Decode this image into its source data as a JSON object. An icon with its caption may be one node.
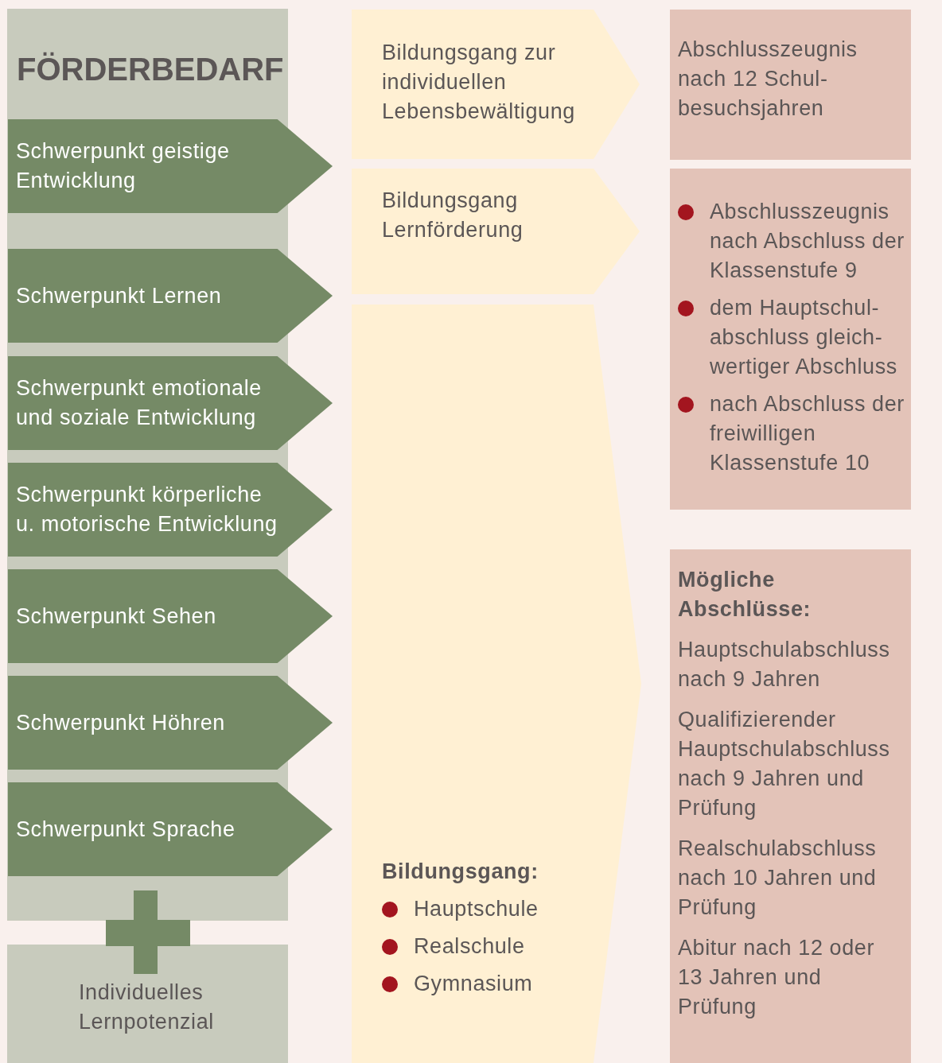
{
  "diagram": {
    "nodes": [
      {
        "text": [
          "FÖRDERBEDARF"
        ]
      },
      {
        "text": [
          "Schwerpunkt geistige Entwicklung"
        ]
      },
      {
        "text": [
          "Schwerpunkt Lernen"
        ]
      },
      {
        "text": [
          "Schwerpunkt emotionale und soziale Entwicklung"
        ]
      },
      {
        "text": [
          "Schwerpunkt körperliche u. motorische Entwicklung"
        ]
      },
      {
        "text": [
          "Schwerpunkt Sehen"
        ]
      },
      {
        "text": [
          "Schwerpunkt Höhren"
        ]
      },
      {
        "text": [
          "Schwerpunkt Sprache"
        ]
      },
      {
        "text": [
          "Individuelles Lernpotenzial"
        ]
      },
      {
        "text": [
          "Bildungsgang zur individuellen Lebensbewältigung"
        ]
      },
      {
        "text": [
          "Bildungsgang Lernförderung"
        ]
      },
      {
        "text": [
          "Bildungsgang:",
          "Hauptschule",
          "Realschule",
          "Gymnasium"
        ]
      },
      {
        "text": [
          "Abschlusszeugnis nach 12 Schul- besuchsjahren"
        ]
      },
      {
        "text": [
          "Abschlusszeugnis nach Abschluss der Klassenstufe 9",
          "dem Hauptschul- abschluss gleich- wertiger Abschluss",
          "nach Abschluss der freiwilligen Klassenstufe 10"
        ]
      },
      {
        "text": [
          "Mögliche Abschlüsse:",
          "Hauptschulabschluss nach 9 Jahren",
          "Qualifizierender Hauptschulabschluss nach 9 Jahren und Prüfung",
          "Realschulabschluss nach 10 Jahren und Prüfung",
          "Abitur nach 12 oder 13 Jahren und Prüfung"
        ]
      }
    ]
  }
}
